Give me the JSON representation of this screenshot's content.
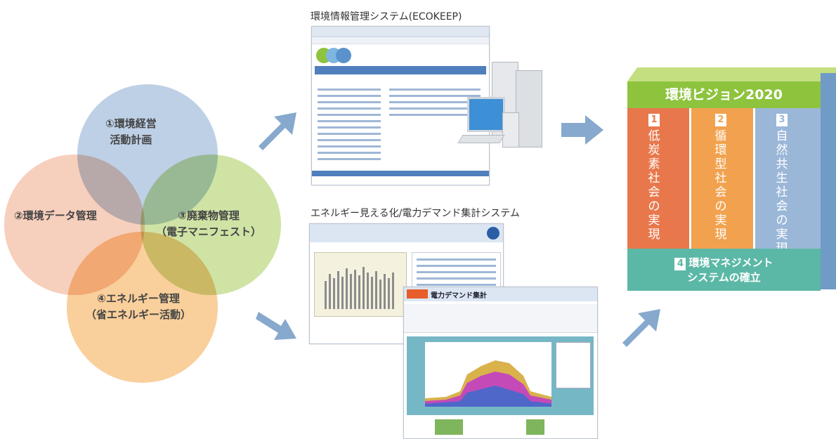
{
  "venn": {
    "top": [
      "①環境経営",
      "活動計画"
    ],
    "left": "②環境データ管理",
    "right": [
      "③廃棄物管理",
      "（電子マニフェスト）"
    ],
    "bottom": [
      "④エネルギー管理",
      "（省エネルギー活動）"
    ]
  },
  "systems": {
    "ecokeep_caption": "環境情報管理システム(ECOKEEP)",
    "energy_caption": "エネルギー見える化/電力デマンド集計システム",
    "demand_title": "電力デマンド集計"
  },
  "vision": {
    "title": "環境ビジョン2020",
    "pillars": [
      {
        "num": "1",
        "text": "低炭素社会の実現",
        "color": "#e8784c"
      },
      {
        "num": "2",
        "text": "循環型社会の実現",
        "color": "#f2a24f"
      },
      {
        "num": "3",
        "text": "自然共生社会の実現",
        "color": "#9bb7d8"
      }
    ],
    "foundation_num": "4",
    "foundation_line1": "環境マネジメント",
    "foundation_line2": "システムの確立"
  }
}
